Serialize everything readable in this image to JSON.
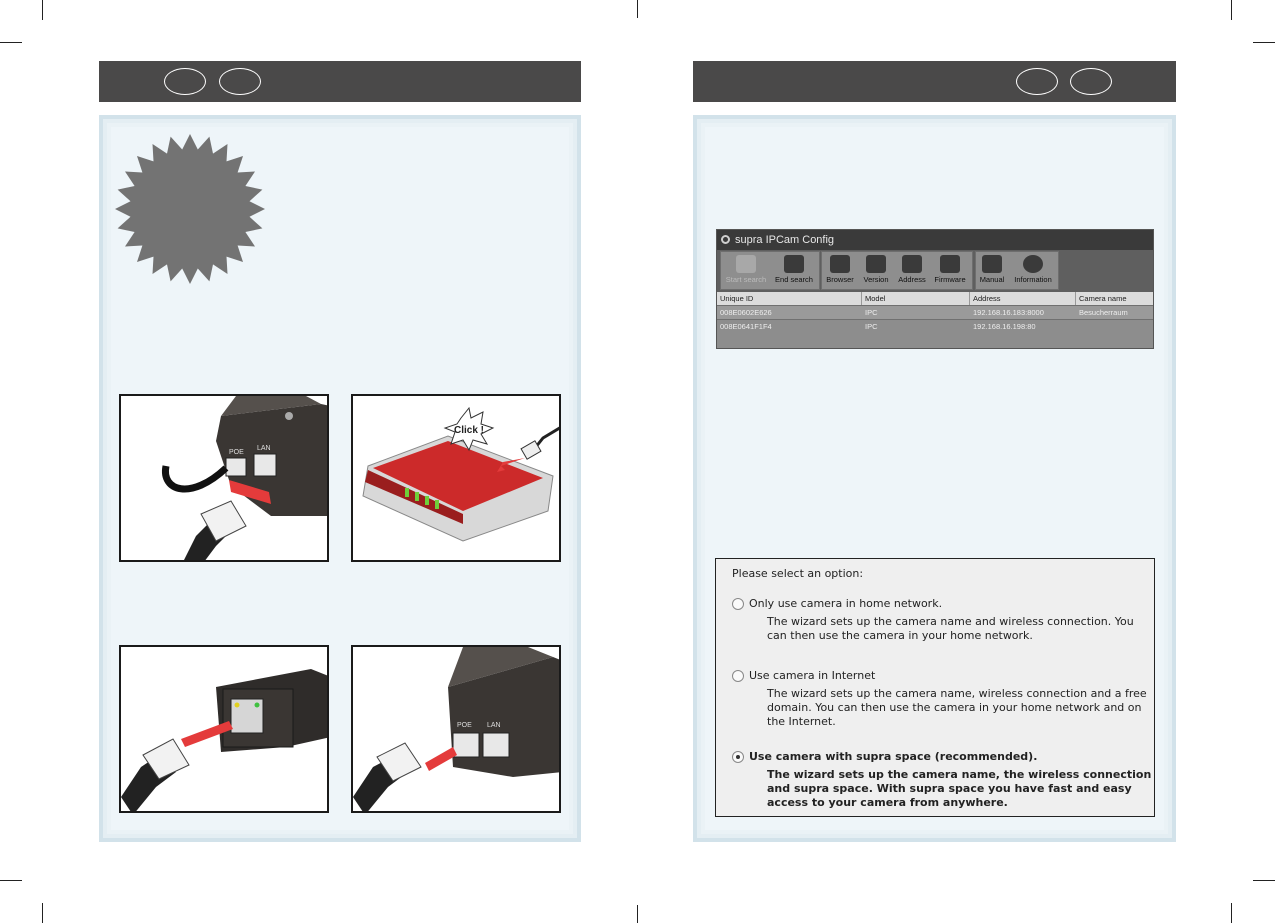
{
  "left_page": {
    "header": {
      "ovals": [
        "",
        ""
      ]
    },
    "starburst": {
      "color": "#737373"
    },
    "photos": [
      {
        "subject": "poe-injector-with-cables",
        "callouts": [
          "POE",
          "LAN"
        ]
      },
      {
        "subject": "router-with-cable",
        "callouts": [
          "Click !"
        ]
      },
      {
        "subject": "camera-lan-port",
        "callouts": []
      },
      {
        "subject": "poe-injector-lan-port",
        "callouts": [
          "POE",
          "LAN"
        ]
      }
    ]
  },
  "right_page": {
    "header": {
      "ovals": [
        "",
        ""
      ]
    },
    "app_window": {
      "title": "supra IPCam Config",
      "toolbar": [
        {
          "label": "Start search",
          "icon": "binoculars-icon",
          "disabled": true
        },
        {
          "label": "End search",
          "icon": "binoculars-icon",
          "disabled": false
        },
        {
          "label": "Browser",
          "icon": "globe-icon",
          "disabled": false
        },
        {
          "label": "Version",
          "icon": "barcode-icon",
          "disabled": false
        },
        {
          "label": "Address",
          "icon": "address-icon",
          "disabled": false
        },
        {
          "label": "Firmware",
          "icon": "tools-icon",
          "disabled": false
        },
        {
          "label": "Manual",
          "icon": "book-icon",
          "disabled": false
        },
        {
          "label": "Information",
          "icon": "help-icon",
          "disabled": false
        }
      ],
      "table": {
        "columns": [
          "Unique ID",
          "Model",
          "Address",
          "Camera name"
        ],
        "rows": [
          [
            "008E0602E626",
            "IPC",
            "192.168.16.183:8000",
            "Besucherraum"
          ],
          [
            "008E0641F1F4",
            "IPC",
            "192.168.16.198:80",
            ""
          ]
        ]
      }
    },
    "dialog": {
      "prompt": "Please select an option:",
      "options": [
        {
          "title": "Only use camera in home network.",
          "description": "The wizard sets up the camera name and wireless connection.  You can then use the camera in your home network.",
          "checked": false
        },
        {
          "title": "Use camera in Internet",
          "description": "The wizard sets up the camera name, wireless connection and a free domain. You can then use the camera in your home network and on the Internet.",
          "checked": false
        },
        {
          "title": "Use camera with supra space (recommended).",
          "description": "The wizard sets up the camera name, the wireless connection and supra space. With supra space you have fast and easy access to your camera from anywhere.",
          "checked": true
        }
      ]
    }
  }
}
